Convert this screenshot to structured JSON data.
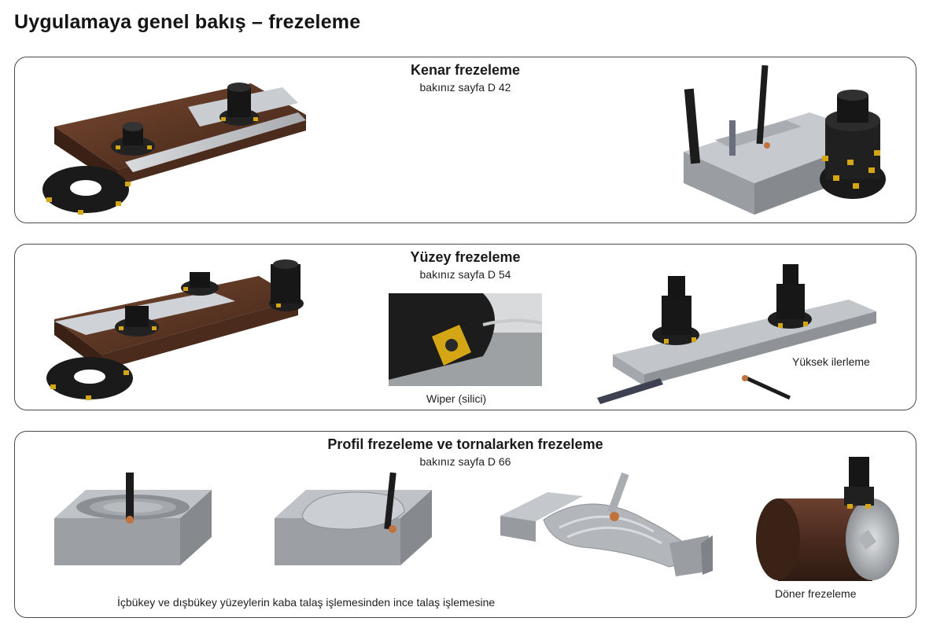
{
  "page": {
    "title": "Uygulamaya genel bakış – frezeleme"
  },
  "sections": [
    {
      "title": "Kenar frezeleme",
      "reference": "bakınız sayfa D 42"
    },
    {
      "title": "Yüzey frezeleme",
      "reference": "bakınız sayfa D 54",
      "captions": {
        "wiper": "Wiper (silici)",
        "high_feed": "Yüksek ilerleme"
      }
    },
    {
      "title": "Profil frezeleme ve tornalarken frezeleme",
      "reference": "bakınız sayfa D 66",
      "captions": {
        "profile": "İçbükey ve dışbükey yüzeylerin kaba talaş işlemesinden ince talaş işlemesine",
        "rotating": "Döner frezeleme"
      }
    }
  ],
  "colors": {
    "border": "#4a4a4a",
    "steel": "#b9bcc0",
    "wood": "#5a3422",
    "tool": "#1b1b1b",
    "insert": "#d4a514",
    "copper": "#c0733c"
  }
}
